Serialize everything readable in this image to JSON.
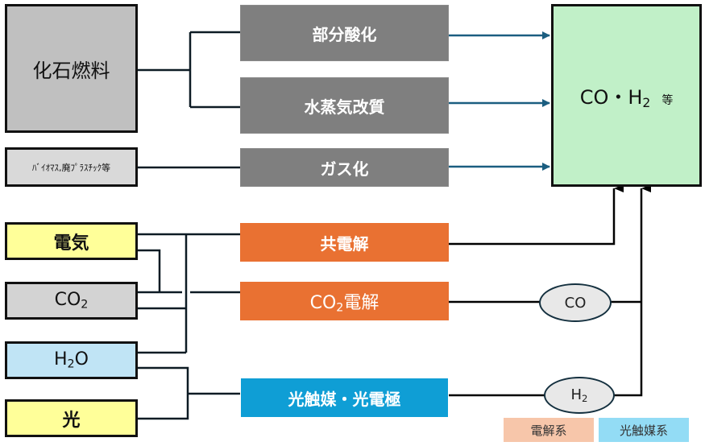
{
  "sources": {
    "fossil_fuel": "化石燃料",
    "biomass": "ﾊﾞｲｵﾏｽ,廃ﾌﾟﾗｽﾁｯｸ等",
    "electricity": "電気",
    "co2": {
      "main": "CO",
      "sub": "2"
    },
    "h2o": {
      "pre": "H",
      "sub": "2",
      "post": "O"
    },
    "light": "光"
  },
  "processes": {
    "partial_oxidation": "部分酸化",
    "steam_reforming": "水蒸気改質",
    "gasification": "ガス化",
    "co_electrolysis": "共電解",
    "co2_electrolysis": {
      "main": "CO",
      "sub": "2",
      "post": "電解"
    },
    "photocatalyst": "光触媒・光電極"
  },
  "intermediates": {
    "co": "CO",
    "h2": {
      "main": "H",
      "sub": "2"
    }
  },
  "product": {
    "main": "CO・H",
    "sub": "2",
    "suffix": "等"
  },
  "legend": {
    "electrolysis": "電解系",
    "photocatalyst": "光触媒系"
  },
  "colors": {
    "fossil": "#c0c0c0",
    "biomass": "#d9d9d9",
    "yellow_input": "#ffff99",
    "co2_input": "#d3d3d3",
    "h2o_input": "#c0e4f5",
    "gray_process": "#7f7f7f",
    "orange_process": "#e97132",
    "blue_process": "#0f9ed5",
    "product": "#c1f0c8",
    "arrow_blue": "#1b5e80",
    "legend_electrolysis": "#f7c6aa",
    "legend_photocatalyst": "#93dcf5"
  }
}
